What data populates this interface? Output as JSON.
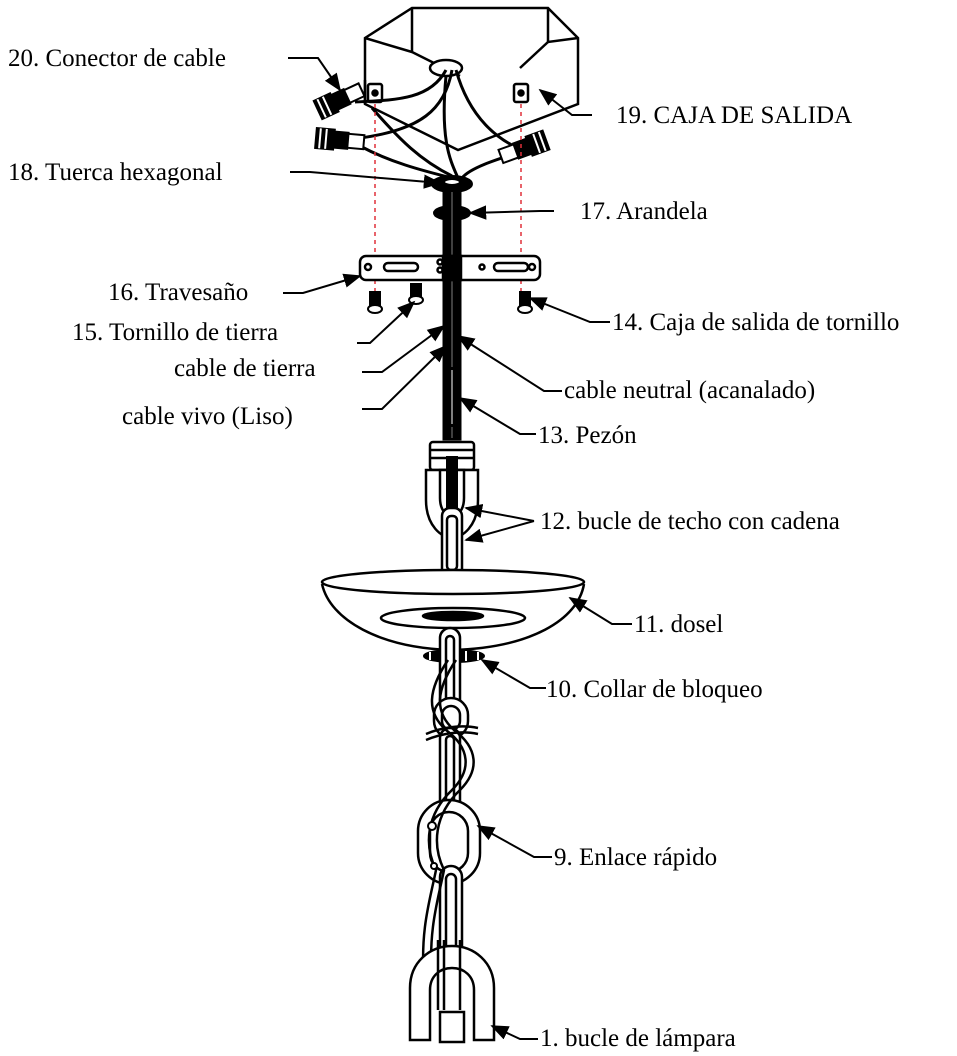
{
  "labels": {
    "conector_cable": "20. Conector de cable",
    "caja_salida": "19. CAJA DE SALIDA",
    "tuerca": "18. Tuerca hexagonal",
    "arandela": "17. Arandela",
    "travesano": "16. Travesaño",
    "tornillo_tierra": "15. Tornillo de tierra",
    "caja_tornillo": "14. Caja de salida de tornillo",
    "cable_tierra": "cable de tierra",
    "cable_neutral": "cable neutral (acanalado)",
    "cable_vivo": "cable vivo (Liso)",
    "pezon": "13. Pezón",
    "bucle_techo": "12. bucle de techo con cadena",
    "dosel": "11.  dosel",
    "collar": "10. Collar de bloqueo",
    "enlace": "9. Enlace rápido",
    "bucle_lampara": "1. bucle de lámpara"
  },
  "colors": {
    "line": "#000000",
    "dashed_guide": "#e0303a",
    "background": "#ffffff"
  }
}
